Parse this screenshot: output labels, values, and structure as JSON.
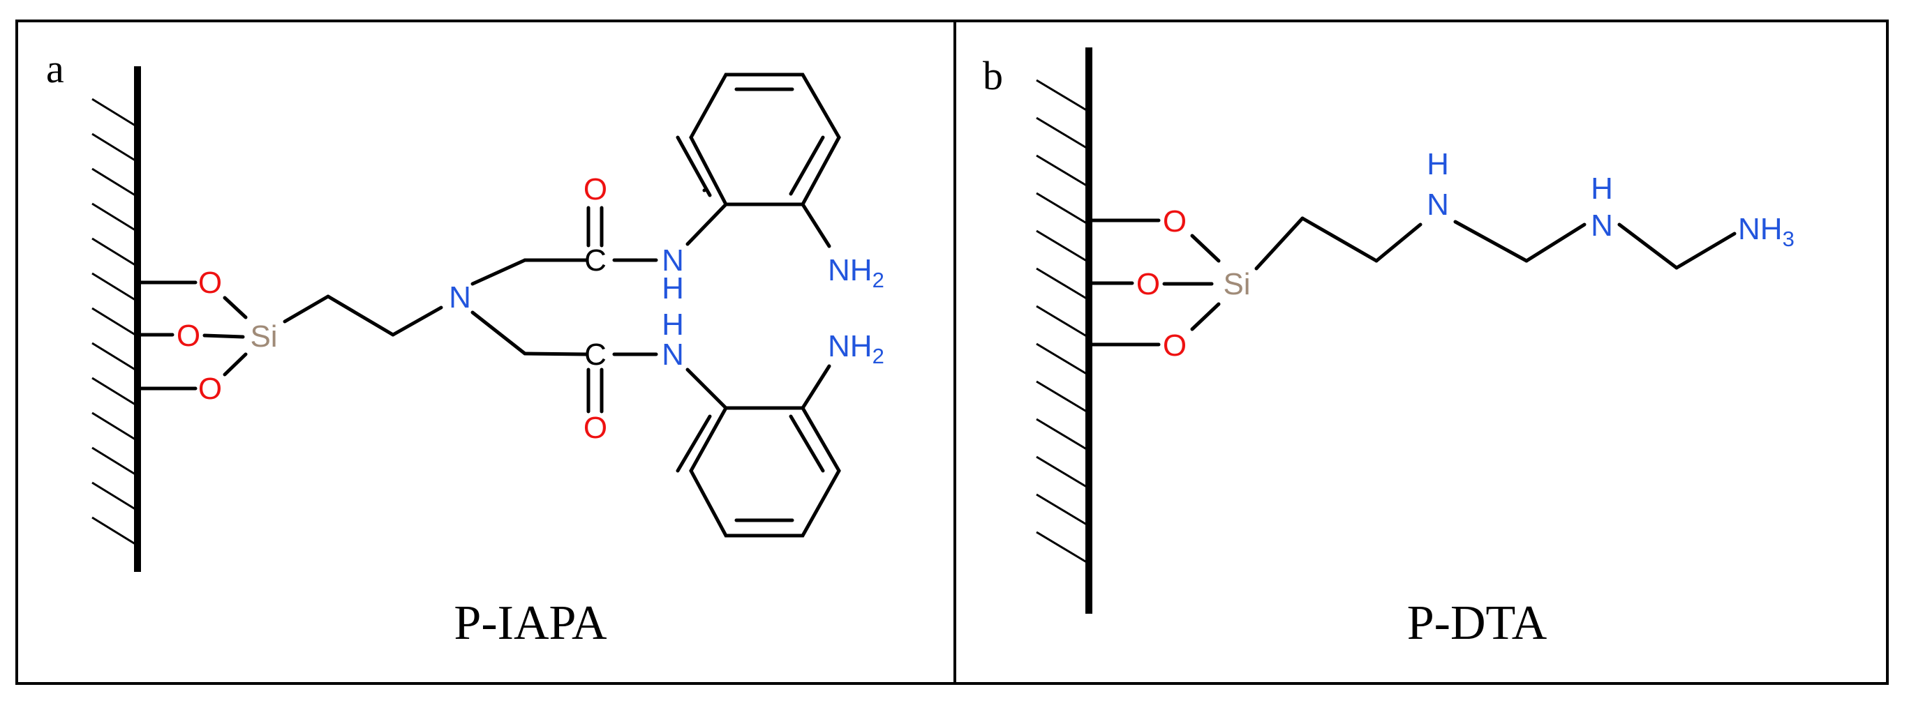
{
  "panels": [
    {
      "letter": "a",
      "caption": "P-IAPA"
    },
    {
      "letter": "b",
      "caption": "P-DTA"
    }
  ],
  "atoms": {
    "O": "O",
    "Si": "Si",
    "N": "N",
    "C": "C",
    "NH_N": "N",
    "H": "H",
    "NH2": "NH",
    "NH3": "NH",
    "sub2": "2",
    "sub3": "3"
  },
  "colors": {
    "oxygen": "#ee1111",
    "nitrogen": "#2255dd",
    "silicon": "#a08b78",
    "carbon": "#000000"
  }
}
